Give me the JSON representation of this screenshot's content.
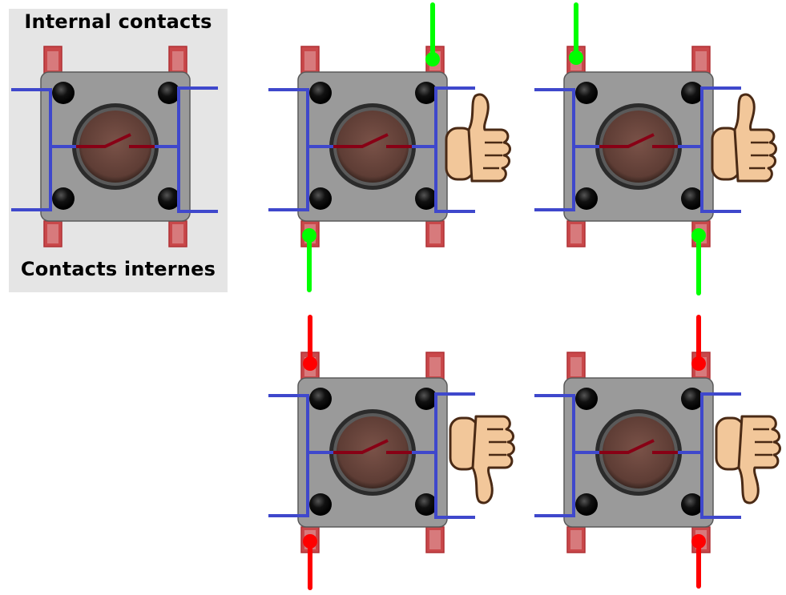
{
  "legend": {
    "title_en": "Internal contacts",
    "title_fr": "Contacts internes"
  },
  "colors": {
    "legend_background": "#e5e5e5",
    "button_body": "#9a9a9a",
    "button_cap": "#6e4a40",
    "pins": "#c9484a",
    "internal_wiring": "#3f48cc",
    "switch_contact": "#880015",
    "working_connection": "#00ff00",
    "faulty_connection": "#ff0000"
  },
  "examples": [
    {
      "id": "legend",
      "verdict": "none"
    },
    {
      "id": "diagonal-top-right-bottom-left",
      "wire_color": "green",
      "verdict": "thumbs-up"
    },
    {
      "id": "diagonal-top-left-bottom-right",
      "wire_color": "green",
      "verdict": "thumbs-up"
    },
    {
      "id": "same-side-left",
      "wire_color": "red",
      "verdict": "thumbs-down"
    },
    {
      "id": "same-side-right",
      "wire_color": "red",
      "verdict": "thumbs-down"
    }
  ]
}
